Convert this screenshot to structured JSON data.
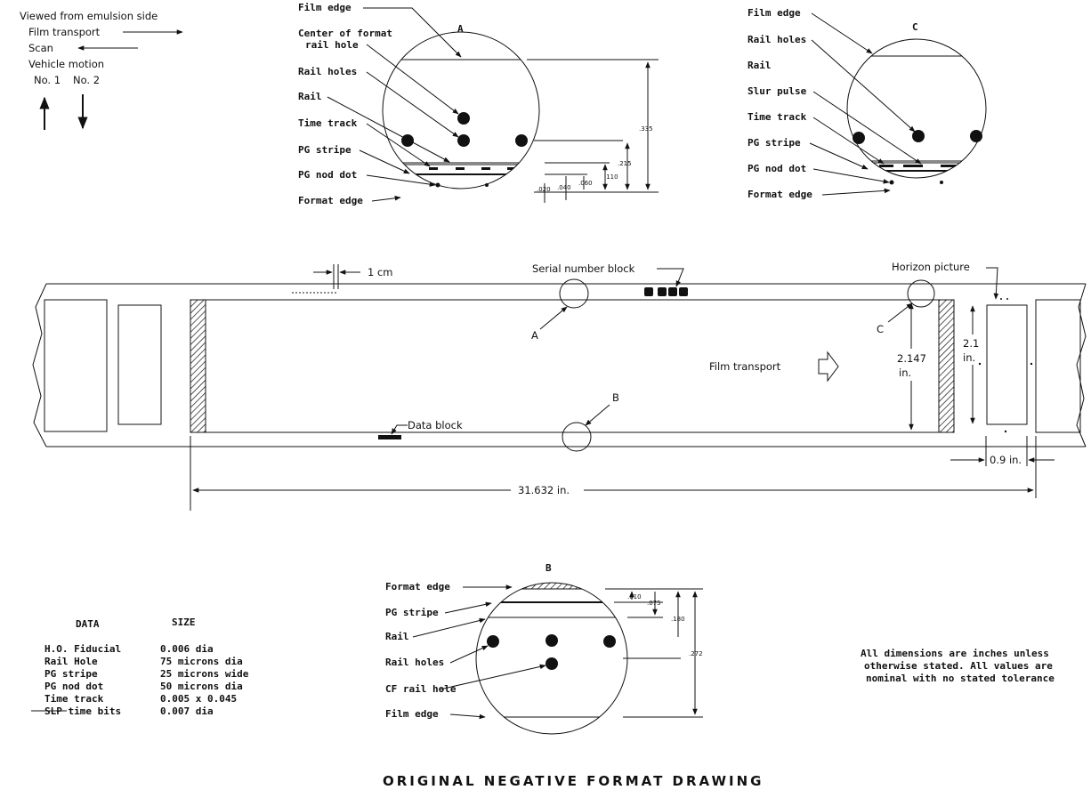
{
  "legend": {
    "viewed_from": "Viewed from emulsion side",
    "film_transport": "Film transport",
    "scan": "Scan",
    "vehicle_motion": "Vehicle motion",
    "no1": "No. 1",
    "no2": "No. 2"
  },
  "detail_a": {
    "letter": "A",
    "labels": [
      "Film edge",
      "Center of format",
      "rail hole",
      "Rail holes",
      "Rail",
      "Time track",
      "PG stripe",
      "PG nod dot",
      "Format edge"
    ],
    "dims": [
      ".335",
      ".215",
      ".110",
      ".060",
      ".040",
      ".020"
    ]
  },
  "detail_c": {
    "letter": "C",
    "labels": [
      "Film edge",
      "Rail holes",
      "Rail",
      "Slur pulse",
      "Time track",
      "PG stripe",
      "PG nod dot",
      "Format edge"
    ]
  },
  "strip": {
    "cm_label": "1 cm",
    "serial_block": "Serial number block",
    "horizon_picture": "Horizon picture",
    "film_transport": "Film transport",
    "data_block": "Data block",
    "marker_a": "A",
    "marker_b": "B",
    "marker_c": "C",
    "height_value": "2.147",
    "height_unit": "in.",
    "horizon_height_value": "2.1",
    "horizon_height_unit": "in.",
    "horizon_width": "0.9 in.",
    "length": "31.632 in."
  },
  "detail_b": {
    "letter": "B",
    "labels": [
      "Format edge",
      "PG stripe",
      "Rail",
      "Rail holes",
      "CF rail hole",
      "Film edge"
    ],
    "dims": [
      ".010",
      ".075",
      ".180",
      ".272"
    ]
  },
  "table": {
    "headers": [
      "DATA",
      "SIZE"
    ],
    "rows": [
      [
        "H.O. Fiducial",
        "0.006 dia"
      ],
      [
        "Rail Hole",
        "75 microns dia"
      ],
      [
        "PG stripe",
        "25 microns wide"
      ],
      [
        "PG nod dot",
        "50 microns dia"
      ],
      [
        "Time track",
        "0.005 x 0.045"
      ],
      [
        "SLP time bits",
        "0.007 dia"
      ]
    ]
  },
  "note": [
    "All dimensions are inches unless",
    "otherwise stated. All values are",
    "nominal with no stated tolerance"
  ],
  "title": "ORIGINAL NEGATIVE FORMAT DRAWING"
}
